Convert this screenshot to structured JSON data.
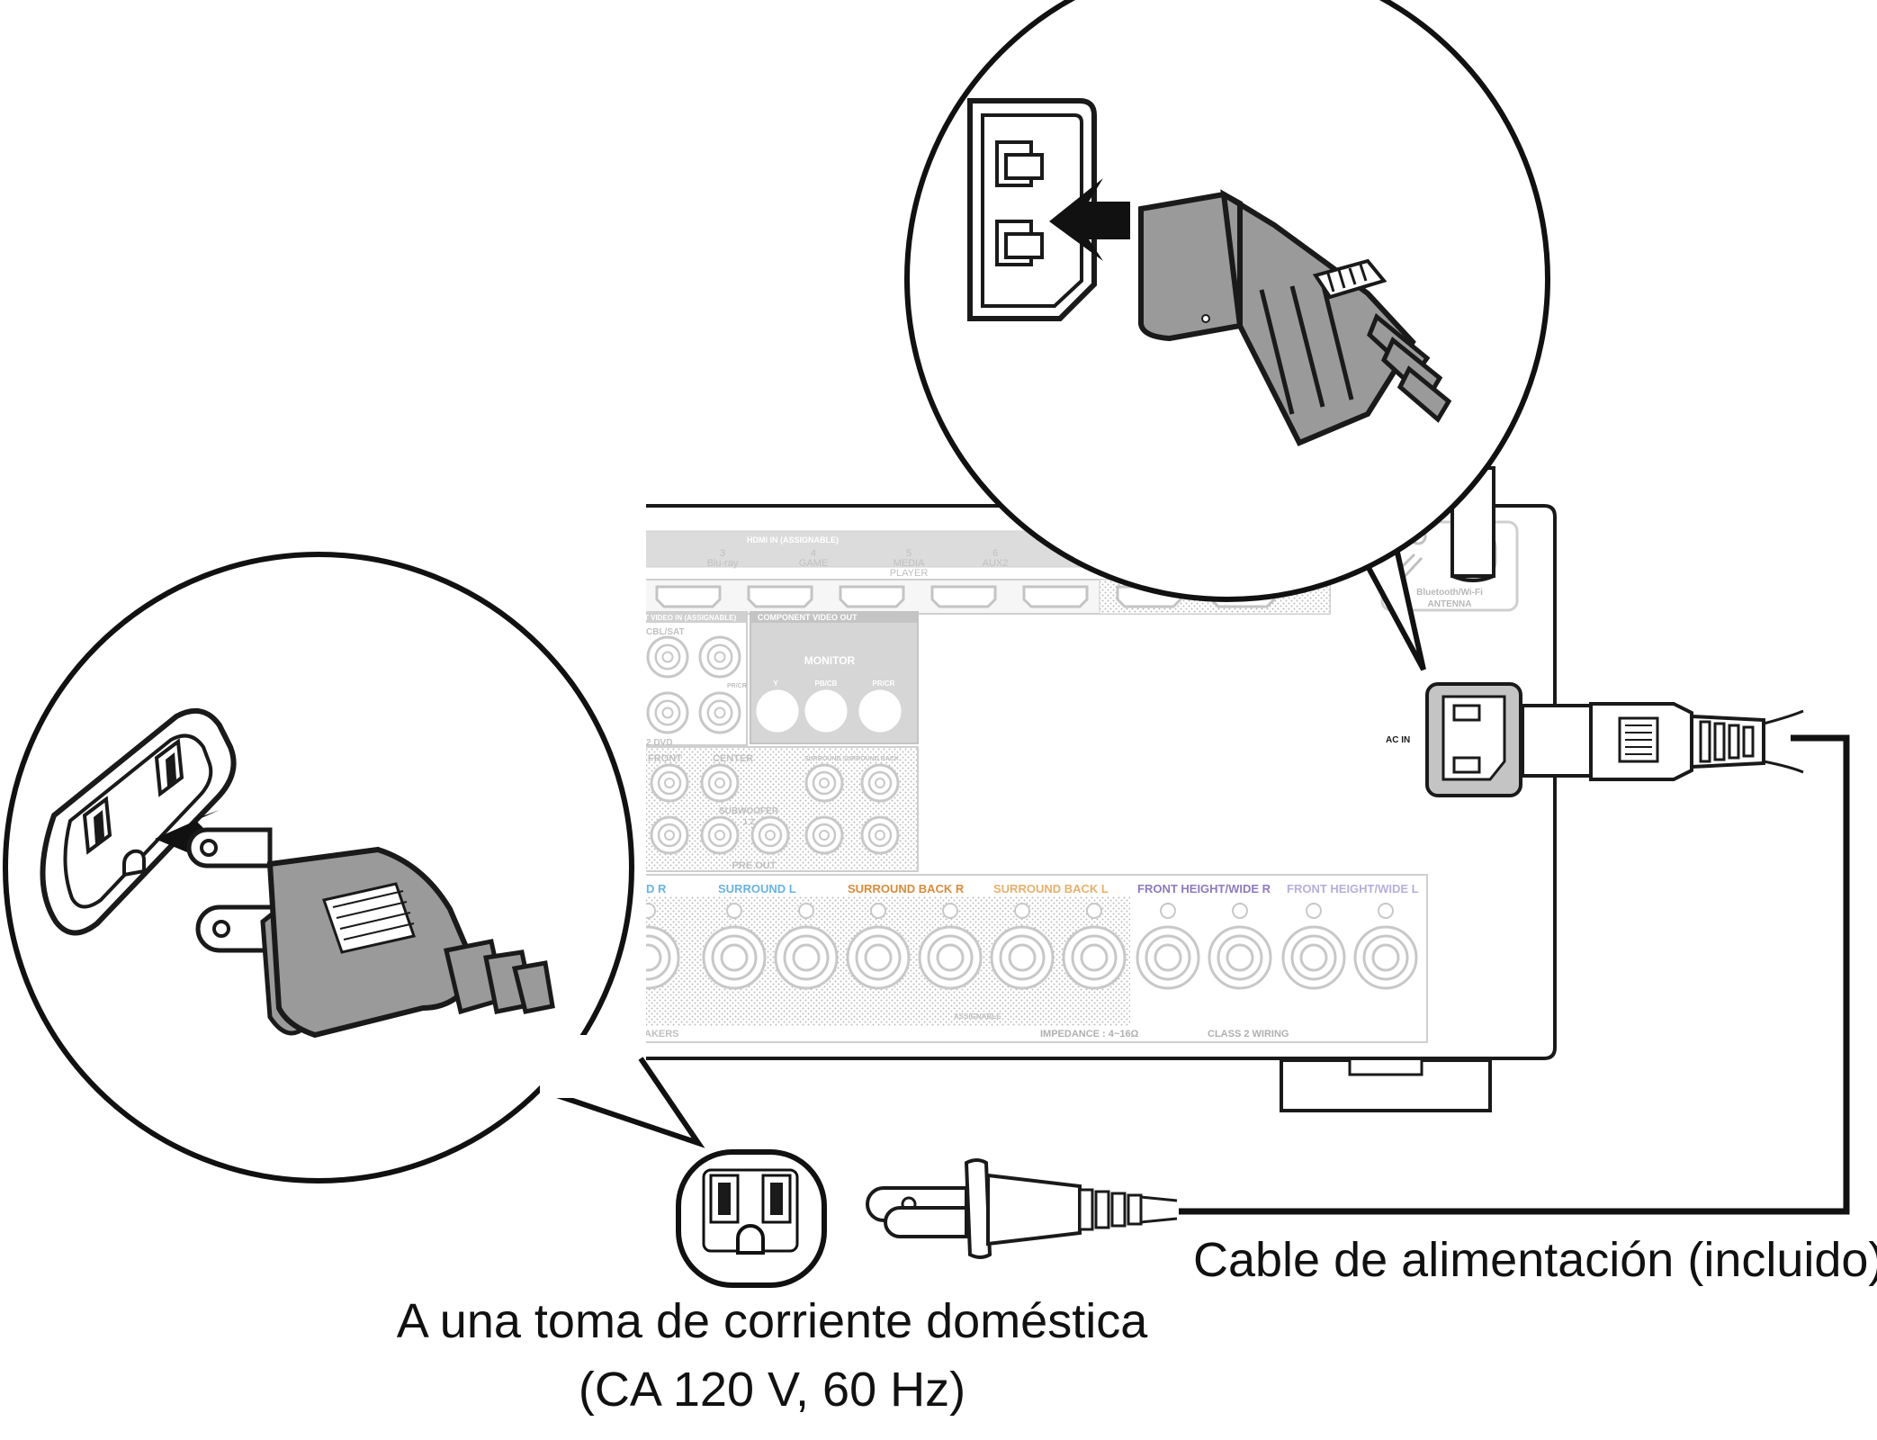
{
  "panel": {
    "hdmi_in": "HDMI IN (ASSIGNABLE)",
    "hdmi_inputs": [
      {
        "num": "3",
        "name": "Blu-ray",
        "name2": ""
      },
      {
        "num": "4",
        "name": "GAME",
        "name2": ""
      },
      {
        "num": "5",
        "name": "MEDIA",
        "name2": "PLAYER"
      },
      {
        "num": "6",
        "name": "AUX2",
        "name2": ""
      }
    ],
    "video_in": "T VIDEO IN (ASSIGNABLE)",
    "cbl_sat": "CBL/SAT",
    "dvd": "2 DVD",
    "pr_cr": "PR/CR",
    "component_out": "COMPONENT VIDEO OUT",
    "monitor": "MONITOR",
    "comp_channels": [
      "Y",
      "PB/CB",
      "PR/CR"
    ],
    "front": "FRONT",
    "center": "CENTER",
    "surround_pre": "SURROUND  SURROUND BACK",
    "subwoofer": "SUBWOOFER",
    "sub_nums": "1      2",
    "pre_out": "PRE OUT",
    "speaker_labels": [
      {
        "text": "D R",
        "color": "#6ab3e0"
      },
      {
        "text": "SURROUND L",
        "color": "#6ab3e0"
      },
      {
        "text": "SURROUND BACK R",
        "color": "#d98c3a"
      },
      {
        "text": "SURROUND BACK L",
        "color": "#e8b06a"
      },
      {
        "text": "FRONT HEIGHT/WIDE R",
        "color": "#8e7ac0"
      },
      {
        "text": "FRONT HEIGHT/WIDE L",
        "color": "#b8aedb"
      }
    ],
    "assignable": "ASSIGNABLE",
    "speakers": "AKERS",
    "impedance": "IMPEDANCE : 4~16Ω",
    "class2": "CLASS 2 WIRING",
    "antenna_1": "Bluetooth/Wi-Fi",
    "antenna_2": "ANTENNA",
    "ac_in": "AC IN"
  },
  "captions": {
    "cable": "Cable de alimentación (incluido)",
    "outlet_line1": "A una toma de corriente doméstica",
    "outlet_line2": "(CA 120 V, 60 Hz)"
  },
  "colors": {
    "ink": "#1a1a1a",
    "panel_grey": "#c8c8c8",
    "plug_grey": "#9a9a9a",
    "surround_blue": "#6ab3e0",
    "surround_back_orange": "#d98c3a",
    "height_purple": "#8e7ac0"
  }
}
